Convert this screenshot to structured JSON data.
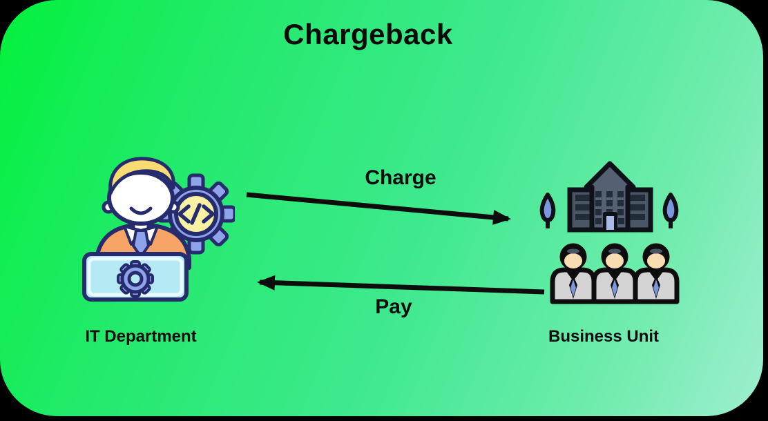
{
  "title": "Chargeback",
  "arrows": {
    "charge": {
      "label": "Charge",
      "direction": "left-to-right"
    },
    "pay": {
      "label": "Pay",
      "direction": "right-to-left"
    }
  },
  "nodes": {
    "it_department": {
      "label": "IT Department",
      "icon": "developer-laptop-code-gear-icon"
    },
    "business_unit": {
      "label": "Business Unit",
      "icon": "office-building-team-icon"
    }
  },
  "colors": {
    "background_outer": "#000000",
    "gradient_start": "#03f13d",
    "gradient_mid": "#3ee98e",
    "gradient_end": "#9feecf",
    "text": "#0d0d0d",
    "arrow": "#0d0d0d",
    "icon_outline_navy": "#262b6e",
    "shirt_orange": "#f7a566",
    "hair_yellow": "#f8dc72",
    "laptop_blue": "#b5e9f4",
    "gear_periwinkle": "#8ea3ea",
    "code_circle_yellow": "#f8f2a2",
    "building_slate": "#556173",
    "building_wing_slate": "#4a5565",
    "building_window_dark": "#222b38",
    "door_blue": "#aabbe8",
    "tree_blue": "#7d97dd",
    "suit_gray": "#d4d4d4",
    "face_tan": "#f8ddb2"
  }
}
